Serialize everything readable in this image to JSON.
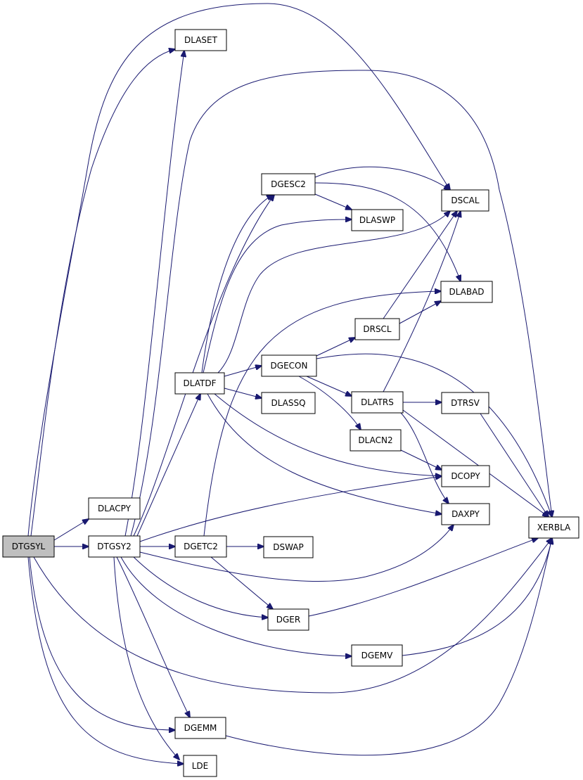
{
  "graph": {
    "title": "",
    "edge_color": "#191970",
    "root_fill": "#bfbfbf",
    "nodes": [
      {
        "id": "DTGSYL",
        "label": "DTGSYL",
        "root": true
      },
      {
        "id": "DLACPY",
        "label": "DLACPY"
      },
      {
        "id": "DTGSY2",
        "label": "DTGSY2"
      },
      {
        "id": "DLASET",
        "label": "DLASET"
      },
      {
        "id": "DSCAL",
        "label": "DSCAL"
      },
      {
        "id": "DGESC2",
        "label": "DGESC2"
      },
      {
        "id": "DLASWP",
        "label": "DLASWP"
      },
      {
        "id": "DLABAD",
        "label": "DLABAD"
      },
      {
        "id": "DRSCL",
        "label": "DRSCL"
      },
      {
        "id": "DGECON",
        "label": "DGECON"
      },
      {
        "id": "DLATDF",
        "label": "DLATDF"
      },
      {
        "id": "DLASSQ",
        "label": "DLASSQ"
      },
      {
        "id": "DLATRS",
        "label": "DLATRS"
      },
      {
        "id": "DTRSV",
        "label": "DTRSV"
      },
      {
        "id": "DLACN2",
        "label": "DLACN2"
      },
      {
        "id": "DCOPY",
        "label": "DCOPY"
      },
      {
        "id": "DAXPY",
        "label": "DAXPY"
      },
      {
        "id": "XERBLA",
        "label": "XERBLA"
      },
      {
        "id": "DGETC2",
        "label": "DGETC2"
      },
      {
        "id": "DSWAP",
        "label": "DSWAP"
      },
      {
        "id": "DGER",
        "label": "DGER"
      },
      {
        "id": "DGEMV",
        "label": "DGEMV"
      },
      {
        "id": "DGEMM",
        "label": "DGEMM"
      },
      {
        "id": "LDE",
        "label": "LDE"
      }
    ],
    "edges": [
      [
        "DTGSYL",
        "DLACPY"
      ],
      [
        "DTGSYL",
        "DTGSY2"
      ],
      [
        "DTGSYL",
        "DLASET"
      ],
      [
        "DTGSYL",
        "DSCAL"
      ],
      [
        "DTGSYL",
        "XERBLA"
      ],
      [
        "DTGSYL",
        "DGEMM"
      ],
      [
        "DTGSYL",
        "LDE"
      ],
      [
        "DTGSY2",
        "DLASET"
      ],
      [
        "DTGSY2",
        "DSCAL"
      ],
      [
        "DTGSY2",
        "DGESC2"
      ],
      [
        "DTGSY2",
        "DLATDF"
      ],
      [
        "DTGSY2",
        "DCOPY"
      ],
      [
        "DTGSY2",
        "DAXPY"
      ],
      [
        "DTGSY2",
        "DGETC2"
      ],
      [
        "DTGSY2",
        "DGER"
      ],
      [
        "DTGSY2",
        "DGEMV"
      ],
      [
        "DTGSY2",
        "DGEMM"
      ],
      [
        "DTGSY2",
        "LDE"
      ],
      [
        "DTGSY2",
        "XERBLA"
      ],
      [
        "DGESC2",
        "DSCAL"
      ],
      [
        "DGESC2",
        "DLASWP"
      ],
      [
        "DGESC2",
        "DLABAD"
      ],
      [
        "DLATDF",
        "DGESC2"
      ],
      [
        "DLATDF",
        "DLASWP"
      ],
      [
        "DLATDF",
        "DSCAL"
      ],
      [
        "DLATDF",
        "DGECON"
      ],
      [
        "DLATDF",
        "DLASSQ"
      ],
      [
        "DLATDF",
        "DCOPY"
      ],
      [
        "DLATDF",
        "DAXPY"
      ],
      [
        "DGECON",
        "DRSCL"
      ],
      [
        "DGECON",
        "DLATRS"
      ],
      [
        "DGECON",
        "DLACN2"
      ],
      [
        "DGECON",
        "XERBLA"
      ],
      [
        "DRSCL",
        "DSCAL"
      ],
      [
        "DRSCL",
        "DLABAD"
      ],
      [
        "DLATRS",
        "DSCAL"
      ],
      [
        "DLATRS",
        "DTRSV"
      ],
      [
        "DLATRS",
        "DAXPY"
      ],
      [
        "DLATRS",
        "XERBLA"
      ],
      [
        "DTRSV",
        "XERBLA"
      ],
      [
        "DLACN2",
        "DCOPY"
      ],
      [
        "DGETC2",
        "DLABAD"
      ],
      [
        "DGETC2",
        "DSWAP"
      ],
      [
        "DGETC2",
        "DGER"
      ],
      [
        "DGER",
        "XERBLA"
      ],
      [
        "DGEMV",
        "XERBLA"
      ],
      [
        "DGEMM",
        "XERBLA"
      ]
    ]
  }
}
